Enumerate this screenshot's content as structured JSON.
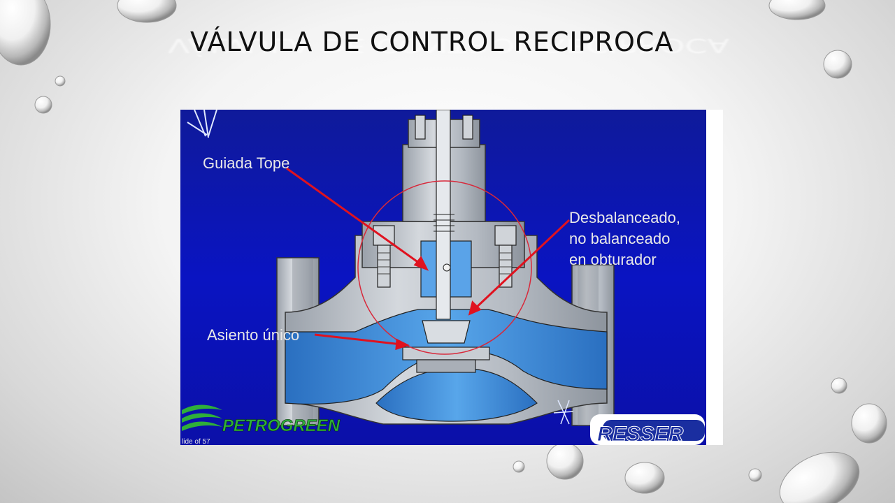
{
  "slide": {
    "title": "VÁLVULA DE CONTROL RECIPROCA"
  },
  "figure": {
    "labels": {
      "guided": "Guiada Tope",
      "unbalanced_1": "Desbalanceado,",
      "unbalanced_2": "no balanceado",
      "unbalanced_3": "en obturador",
      "seat": "Asiento único"
    },
    "footer": {
      "slide_counter": "lide of 57",
      "logo_left": "PETROGREEN",
      "logo_right": "RESSER"
    },
    "colors": {
      "background": "#0a12b8",
      "valve_body": "#b9bfc6",
      "fluid": "#3d8ad6",
      "arrow": "#e0121f",
      "label": "#e8e8e8"
    }
  }
}
